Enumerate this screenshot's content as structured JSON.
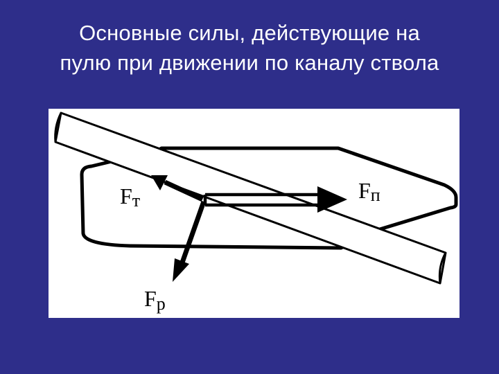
{
  "title": {
    "line1": "Основные силы, действующие на",
    "line2": "пулю при движении по каналу ствола"
  },
  "diagram": {
    "labels": {
      "ft_main": "F",
      "ft_sub": "т",
      "fp_main": "F",
      "fp_sub": "п",
      "fr_main": "F",
      "fr_sub": "р"
    }
  },
  "colors": {
    "background": "#2e2e8a",
    "title_text": "#ffffff",
    "figure_background": "#ffffff",
    "ink": "#000000"
  }
}
